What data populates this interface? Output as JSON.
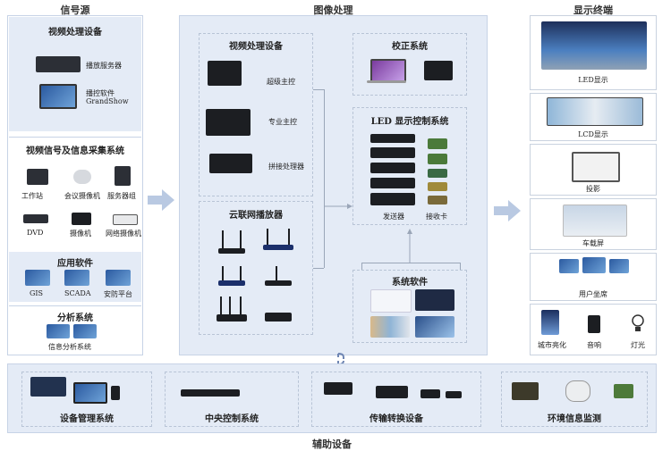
{
  "sections": {
    "source": "信号源",
    "processing": "图像处理",
    "display": "显示终端",
    "aux": "辅助设备"
  },
  "source": {
    "video_devices": {
      "title": "视频处理设备",
      "items": [
        "播放服务器",
        "播控软件",
        "GrandShow"
      ]
    },
    "capture": {
      "title": "视频信号及信息采集系统",
      "items": [
        "工作站",
        "会议摄像机",
        "服务器组",
        "DVD",
        "摄像机",
        "网络摄像机"
      ]
    },
    "apps": {
      "title": "应用软件",
      "items": [
        "GIS",
        "SCADA",
        "安防平台"
      ]
    },
    "analysis": {
      "title": "分析系统",
      "items": [
        "信息分析系统"
      ]
    }
  },
  "processing": {
    "video_devices": {
      "title": "视频处理设备",
      "items": [
        "超级主控",
        "专业主控",
        "拼接处理器"
      ]
    },
    "cloud_player": {
      "title": "云联网播放器"
    },
    "calibration": {
      "title": "校正系统"
    },
    "led_control": {
      "title": "LED 显示控制系统",
      "items": [
        "发送器",
        "接收卡"
      ]
    },
    "software": {
      "title": "系统软件"
    }
  },
  "display": {
    "items": [
      "LED显示",
      "LCD显示",
      "投影",
      "车载屏",
      "用户坐席",
      "城市亮化",
      "音响",
      "灯光"
    ]
  },
  "aux": {
    "items": [
      "设备管理系统",
      "中央控制系统",
      "传输转换设备",
      "环境信息监测"
    ]
  },
  "colors": {
    "panel": "#e4ebf6",
    "arrow": "#b9c9e2",
    "device": "#2c2f36"
  }
}
